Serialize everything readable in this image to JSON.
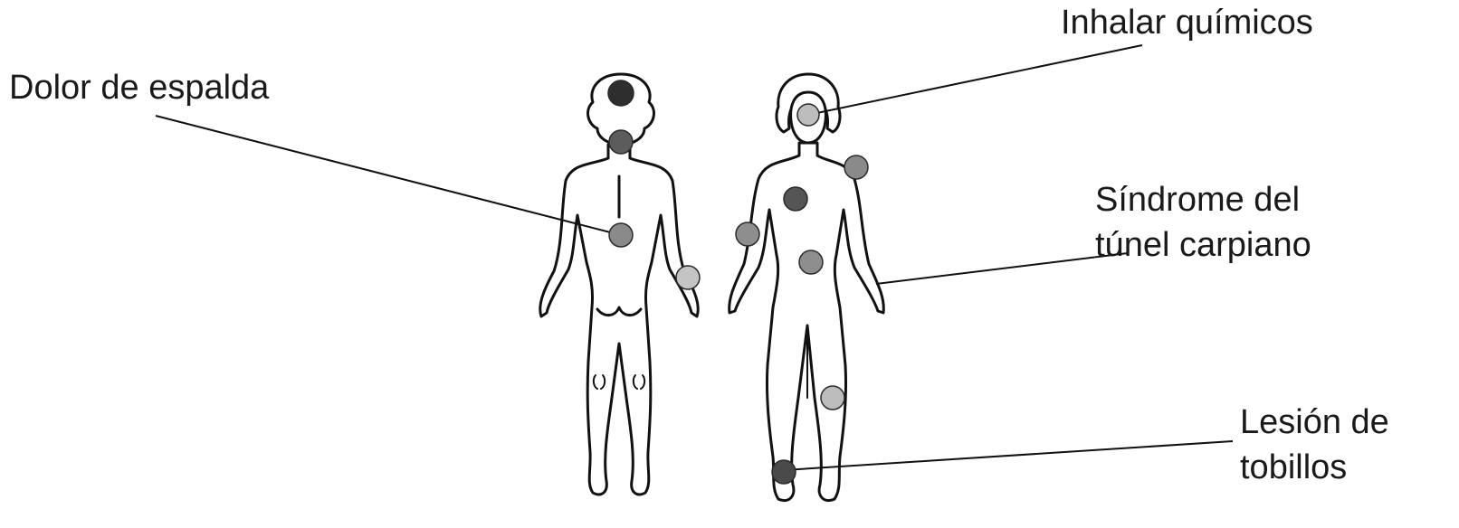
{
  "labels": {
    "back_pain": "Dolor de espalda",
    "inhaling_chemicals": "Inhalar químicos",
    "carpal_tunnel_line1": "Síndrome del",
    "carpal_tunnel_line2": "túnel carpiano",
    "ankle_injury_line1": "Lesión de",
    "ankle_injury_line2": "tobillos"
  },
  "colors": {
    "dark": "#3a3a3a",
    "medium": "#6b6b6b",
    "mid_light": "#8e8e8e",
    "light": "#b8b8b8",
    "outline": "#111111"
  }
}
